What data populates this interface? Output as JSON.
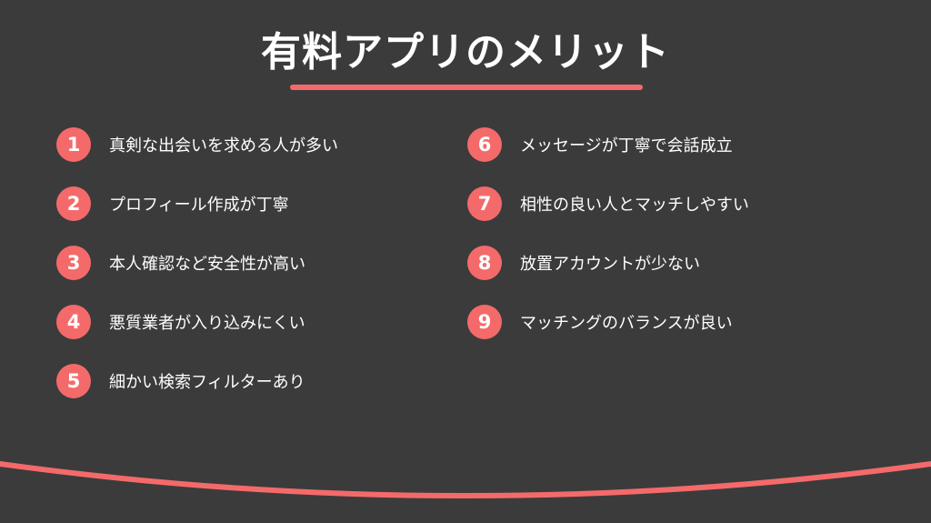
{
  "title": "有料アプリのメリット",
  "accent_color": "#f46a6a",
  "background_color": "#3b3b3b",
  "left_items": [
    {
      "number": "1",
      "text": "真剣な出会いを求める人が多い"
    },
    {
      "number": "2",
      "text": "プロフィール作成が丁寧"
    },
    {
      "number": "3",
      "text": "本人確認など安全性が高い"
    },
    {
      "number": "4",
      "text": "悪質業者が入り込みにくい"
    },
    {
      "number": "5",
      "text": "細かい検索フィルターあり"
    }
  ],
  "right_items": [
    {
      "number": "6",
      "text": "メッセージが丁寧で会話成立"
    },
    {
      "number": "7",
      "text": "相性の良い人とマッチしやすい"
    },
    {
      "number": "8",
      "text": "放置アカウントが少ない"
    },
    {
      "number": "9",
      "text": "マッチングのバランスが良い"
    }
  ]
}
